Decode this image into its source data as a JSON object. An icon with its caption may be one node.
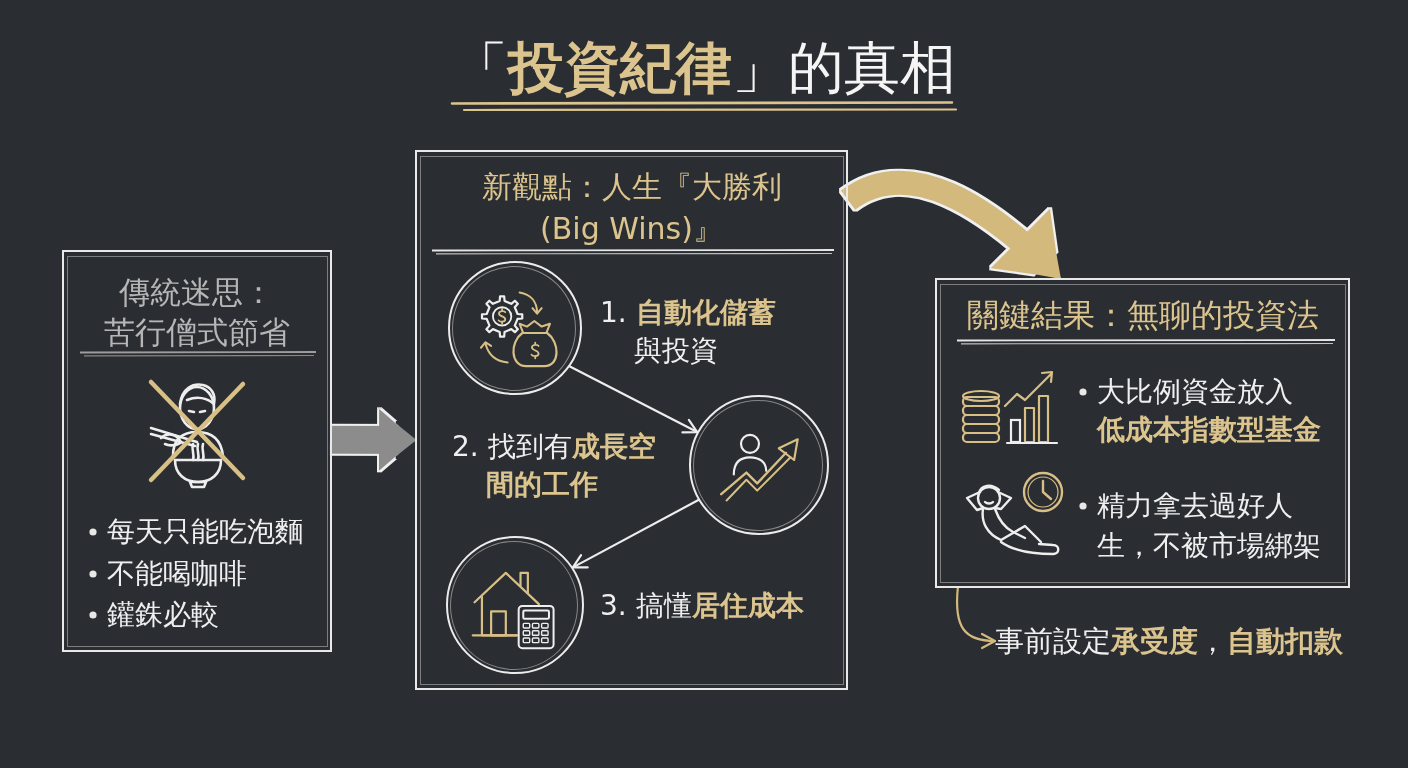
{
  "diagram": {
    "title": "「**投資紀律**」的真相",
    "nodes": [
      {
        "text": [
          "傳統迷思：苦行僧式節省",
          "每天只能吃泡麵",
          "不能喝咖啡",
          "鑵銖必較"
        ]
      },
      {
        "text": [
          "新觀點：人生『大勝利(Big Wins)』"
        ]
      },
      {
        "text": [],
        "shape": "circle",
        "in": 1,
        "beside": [
          "1. **自動化儲蓄**與投資"
        ]
      },
      {
        "text": [],
        "shape": "circle",
        "in": 1,
        "beside": [
          "2. 找到有**成長空間的工作**"
        ]
      },
      {
        "text": [],
        "shape": "circle",
        "in": 1,
        "beside": [
          "3. 搞懂**居住成本**"
        ]
      },
      {
        "text": [
          "關鍵結果：無聊的投資法",
          "大比例資金放入**低成本指數型基金**",
          "精力拿去過好人生，不被市場綁架"
        ]
      },
      {
        "text": [
          "事前設定**承受度**，**自動扣款**"
        ]
      }
    ],
    "edges": [
      {
        "from": 0,
        "to": 1,
        "arrow": "to",
        "style": "thick",
        "color": "#8c8c8c"
      },
      {
        "from": 2,
        "to": 3,
        "arrow": "to"
      },
      {
        "from": 3,
        "to": 4,
        "arrow": "to"
      },
      {
        "from": 1,
        "to": 5,
        "arrow": "to",
        "style": "thick",
        "color": "#d4b97c"
      },
      {
        "from": 5,
        "to": 6,
        "arrow": "to",
        "color": "#d4b97c"
      }
    ]
  }
}
